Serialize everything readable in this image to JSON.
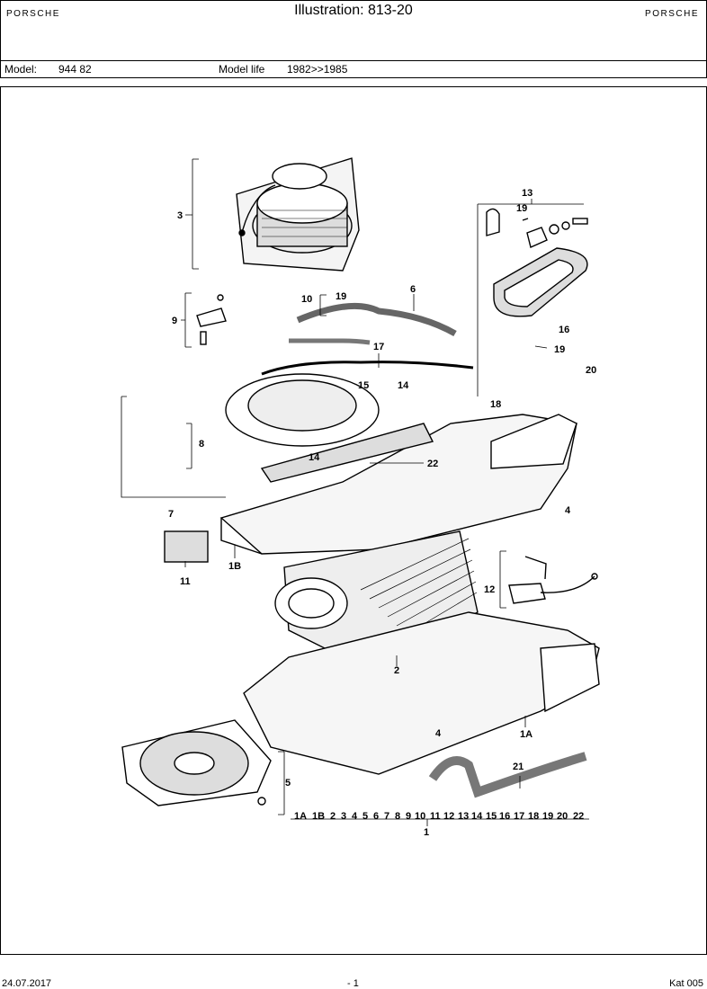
{
  "header": {
    "brand_left": "PORSCHE",
    "brand_right": "PORSCHE",
    "title": "Illustration: 813-20"
  },
  "model_bar": {
    "model_label": "Model:",
    "model_value": "944 82",
    "life_label": "Model life",
    "life_value": "1982>>1985"
  },
  "callouts": {
    "c13": "13",
    "c19a": "19",
    "c3": "3",
    "c6": "6",
    "c10": "10",
    "c19b": "19",
    "c9": "9",
    "c16": "16",
    "c17": "17",
    "c19c": "19",
    "c20": "20",
    "c15": "15",
    "c14a": "14",
    "c18": "18",
    "c8": "8",
    "c22": "22",
    "c14b": "14",
    "c7": "7",
    "c4a": "4",
    "c1B": "1B",
    "c11": "11",
    "c12": "12",
    "c2": "2",
    "c1A": "1A",
    "c4b": "4",
    "c21": "21",
    "c5": "5",
    "c1": "1"
  },
  "assembly_strip": [
    "1A",
    "1B",
    "2",
    "3",
    "4",
    "5",
    "6",
    "7",
    "8",
    "9",
    "10",
    "11",
    "12",
    "13",
    "14",
    "15",
    "16",
    "17",
    "18",
    "19",
    "20",
    "22"
  ],
  "footer": {
    "date": "24.07.2017",
    "page": "- 1",
    "catalog": "Kat 005"
  }
}
